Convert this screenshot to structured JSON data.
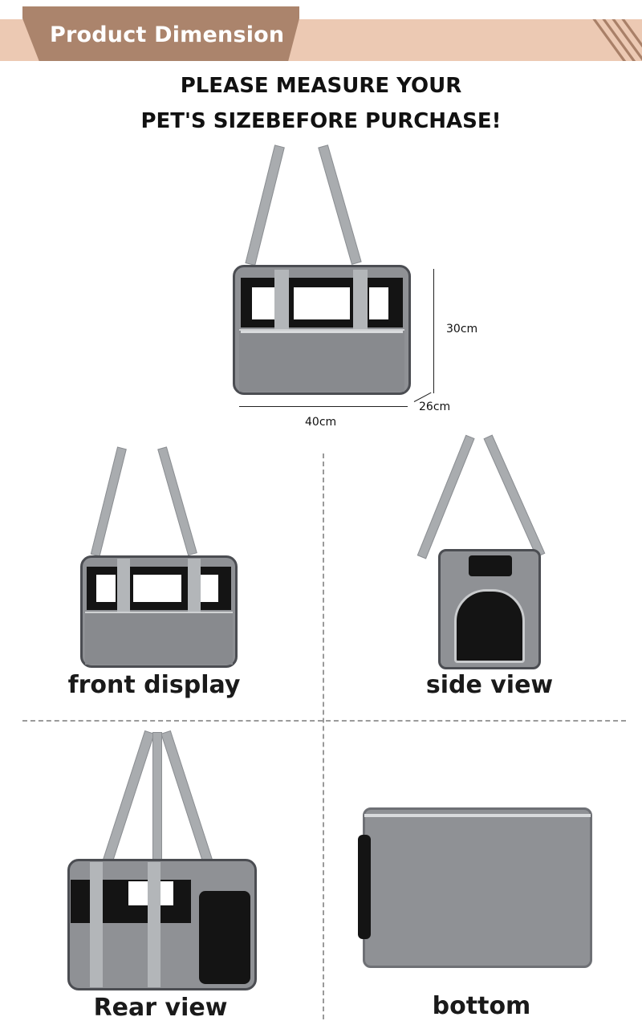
{
  "banner": {
    "title": "Product Dimension"
  },
  "headline": {
    "line1": "PLEASE MEASURE YOUR",
    "line2": "PET'S SIZEBEFORE PURCHASE!"
  },
  "dimensions": {
    "height": "30cm",
    "depth": "26cm",
    "width": "40cm"
  },
  "views": {
    "front": "front display",
    "side": "side view",
    "rear": "Rear view",
    "bottom": "bottom"
  },
  "colors": {
    "banner_tab": "#ab846c",
    "banner_strip": "#ecc9b3",
    "bag_gray": "#8f9195"
  }
}
